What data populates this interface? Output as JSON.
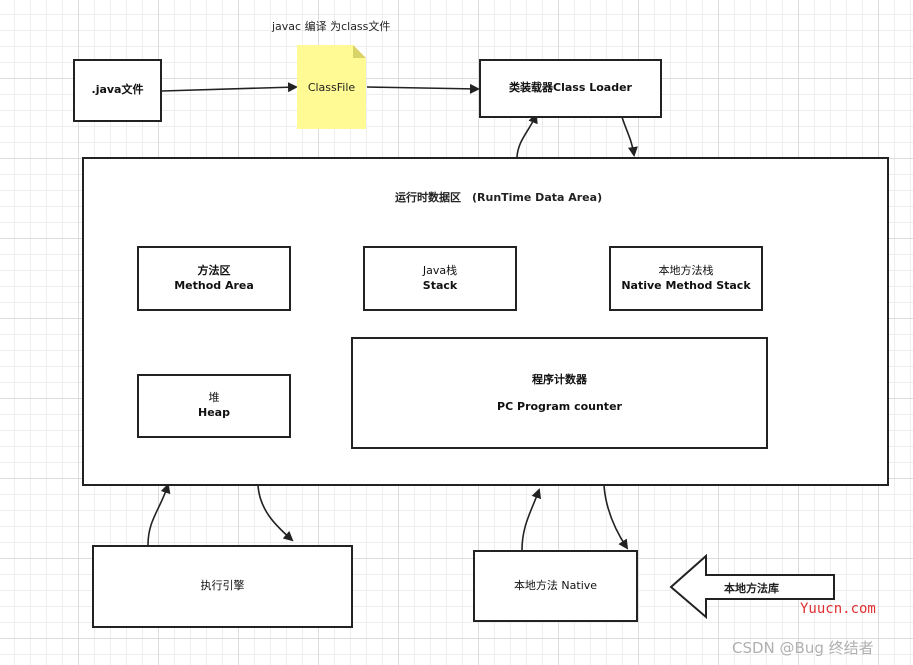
{
  "nodes": {
    "java_file": ".java文件",
    "classfile_note": "ClassFile",
    "compile_label": "javac 编译 为class文件",
    "class_loader": "类装载器Class Loader",
    "runtime_title": "运行时数据区　(RunTime Data Area)",
    "method_area": {
      "line1": "方法区",
      "line2": "Method Area"
    },
    "java_stack": {
      "line1": "Java栈",
      "line2": "Stack"
    },
    "native_stack": {
      "line1": "本地方法栈",
      "line2": "Native Method Stack"
    },
    "heap": {
      "line1": "堆",
      "line2": "Heap"
    },
    "pc_counter": {
      "line1": "程序计数器",
      "line2": "PC Program counter"
    },
    "exec_engine": "执行引擎",
    "native_method": "本地方法 Native",
    "native_lib": "本地方法库"
  },
  "watermarks": {
    "site": "Yuucn.com",
    "author": "CSDN @Bug 终结者"
  },
  "colors": {
    "note": "#fffa93",
    "stroke": "#222222",
    "watermark_site": "#e03030"
  }
}
